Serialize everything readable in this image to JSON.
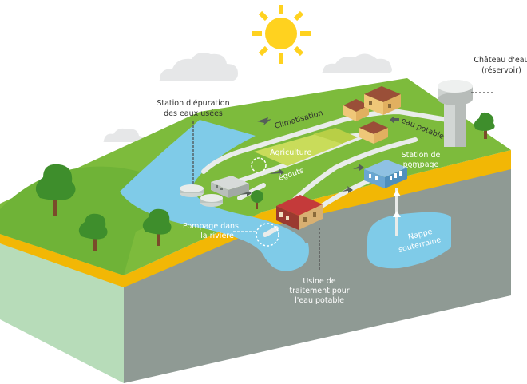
{
  "labels": {
    "chateau_title": "Château d'eau",
    "chateau_sub": "(réservoir)",
    "epuration_1": "Station d'épuration",
    "epuration_2": "des eaux usées",
    "climatisation": "Climatisation",
    "eau_potable": "eau potable",
    "agriculture": "Agriculture",
    "egouts": "égouts",
    "station_pompage_1": "Station de",
    "station_pompage_2": "pompage",
    "pompage_riviere_1": "Pompage dans",
    "pompage_riviere_2": "la rivière",
    "nappe_1": "Nappe",
    "nappe_2": "souterraine",
    "usine_1": "Usine de",
    "usine_2": "traitement pour",
    "usine_3": "l'eau potable"
  },
  "colors": {
    "sky_sun": "#ffd21f",
    "grass": "#7dbb3c",
    "grass_dark": "#5f9e2c",
    "yellow_band": "#f2b705",
    "soil_front": "#b7dcb9",
    "soil_side": "#8f9a94",
    "water": "#7fcbe8",
    "road": "#e9ecea"
  }
}
